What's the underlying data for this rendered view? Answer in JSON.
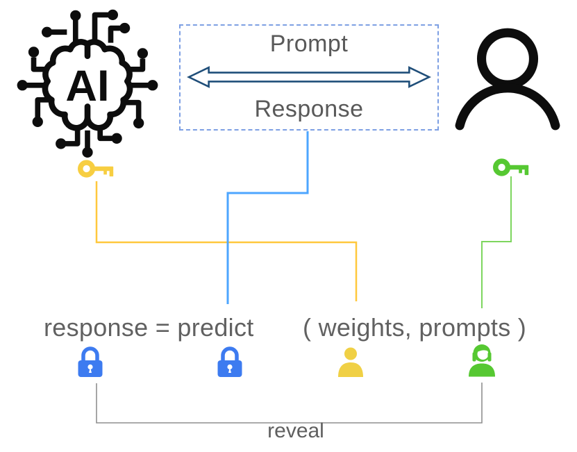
{
  "ai_icon": {
    "label": "AI"
  },
  "exchange_box": {
    "prompt_label": "Prompt",
    "response_label": "Response"
  },
  "formula": {
    "lhs": "response = predict",
    "args": "( weights, prompts )"
  },
  "reveal": {
    "label": "reveal"
  },
  "icons": {
    "ai_brain_chip": "black circuit-brain chip icon labeled AI",
    "user": "black outline person icon",
    "ai_key": "yellow key icon",
    "user_key": "green key icon",
    "response_lock": "blue padlock icon",
    "predict_lock": "blue padlock icon",
    "weights_person": "yellow person silhouette icon",
    "prompts_person": "green female person icon"
  },
  "colors": {
    "box_border": "#7d9fe3",
    "arrow_outline": "#1f4e79",
    "text_gray": "#595959",
    "blue_line": "#4da6ff",
    "yellow_key": "#f7ce41",
    "yellow_line": "#ffc83d",
    "green_key": "#56c832",
    "green_line": "#7dd65e",
    "lock_blue": "#3d7bf0",
    "yellow_person": "#f0d045",
    "bracket_gray": "#8f8f8f"
  }
}
